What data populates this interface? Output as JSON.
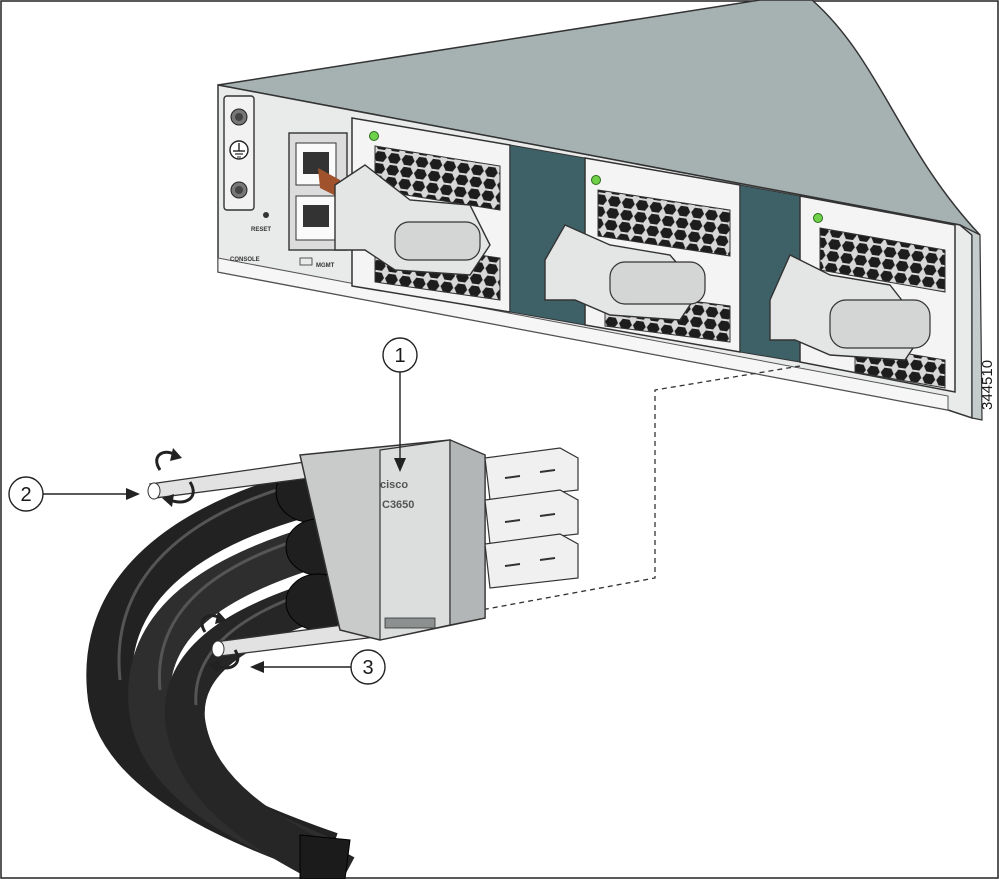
{
  "callouts": {
    "c1": "1",
    "c2": "2",
    "c3": "3"
  },
  "figure_id": "344510",
  "labels": {
    "reset": "RESET",
    "console": "CONSOLE",
    "mgmt": "MGMT",
    "logo": "cisco",
    "connector_model": "C3650"
  },
  "colors": {
    "chassis_face": "#e9eaea",
    "chassis_top": "#a6b2b2",
    "module_gap": "#3e6168",
    "cable": "#2a2a2a",
    "led": "#6fd14a"
  },
  "icons": {
    "ground": "ground-symbol-icon",
    "rotate": "rotate-arrow-icon"
  }
}
